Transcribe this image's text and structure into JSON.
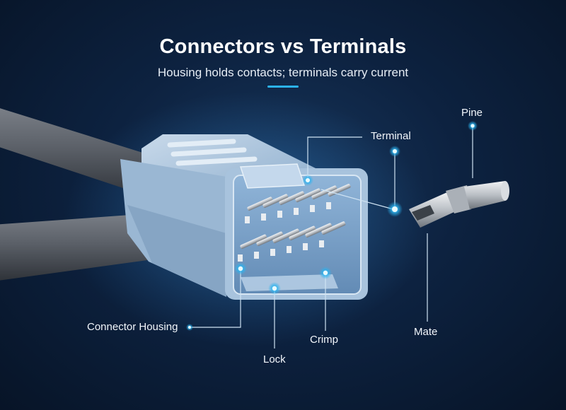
{
  "header": {
    "title": "Connectors vs Terminals",
    "subtitle": "Housing holds contacts; terminals carry current"
  },
  "callouts": {
    "terminal": "Terminal",
    "pine": "Pine",
    "connector_housing": "Connector Housing",
    "lock": "Lock",
    "crimp": "Crimp",
    "mate": "Mate"
  },
  "colors": {
    "background": "#0d2240",
    "accent": "#2bb3f0",
    "housing": "#a9c3dc",
    "cable": "#5d6168",
    "pin_metal": "#c9ced4"
  }
}
